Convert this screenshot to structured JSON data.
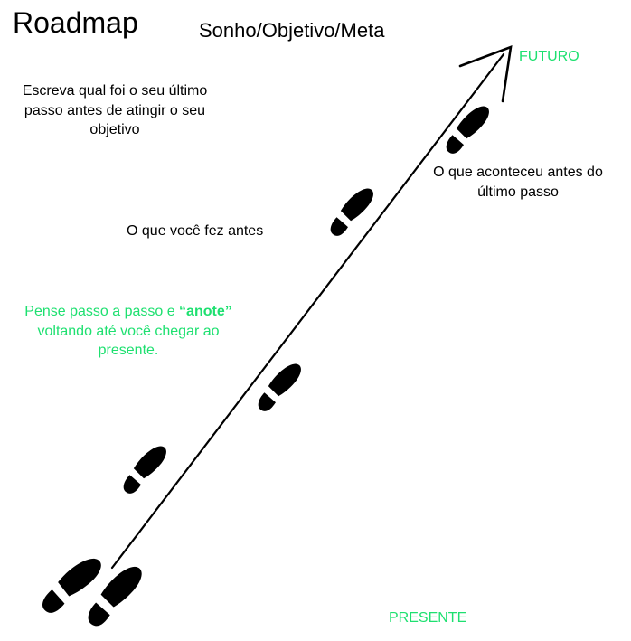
{
  "title": "Roadmap",
  "subtitle": "Sonho/Objetivo/Meta",
  "labels": {
    "futuro": "FUTURO",
    "presente": "PRESENTE",
    "ultimo_passo": "Escreva qual foi o seu último passo antes de atingir o seu objetivo",
    "antes_ultimo_passo": "O que aconteceu antes do último passo",
    "fez_antes": "O que você fez antes",
    "instrucao_inicio": "Pense passo a passo e ",
    "instrucao_destaque": "“anote”",
    "instrucao_fim": " voltando até você chegar ao presente."
  },
  "colors": {
    "accent": "#1ee070",
    "ink": "#000000",
    "background": "#ffffff"
  },
  "icons": [
    "footprint-icon",
    "arrow-icon"
  ]
}
